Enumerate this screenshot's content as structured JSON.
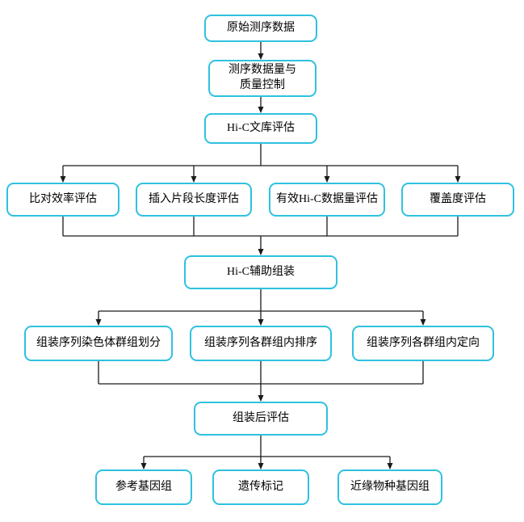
{
  "diagram": {
    "nodes": {
      "raw": {
        "label": "原始测序数据"
      },
      "qc": {
        "label": "测序数据量与\n质量控制"
      },
      "library": {
        "label": "Hi-C文库评估"
      },
      "align": {
        "label": "比对效率评估"
      },
      "insert": {
        "label": "插入片段长度评估"
      },
      "valid": {
        "label": "有效Hi-C数据量评估"
      },
      "coverage": {
        "label": "覆盖度评估"
      },
      "assembly": {
        "label": "Hi-C辅助组装"
      },
      "cluster": {
        "label": "组装序列染色体群组划分"
      },
      "order": {
        "label": "组装序列各群组内排序"
      },
      "orient": {
        "label": "组装序列各群组内定向"
      },
      "posteval": {
        "label": "组装后评估"
      },
      "refgenome": {
        "label": "参考基因组"
      },
      "marker": {
        "label": "遗传标记"
      },
      "related": {
        "label": "近缘物种基因组"
      }
    },
    "colors": {
      "box_border": "#2fc1e0",
      "box_fill": "#ffffff",
      "arrow": "#1a1a1a"
    }
  }
}
